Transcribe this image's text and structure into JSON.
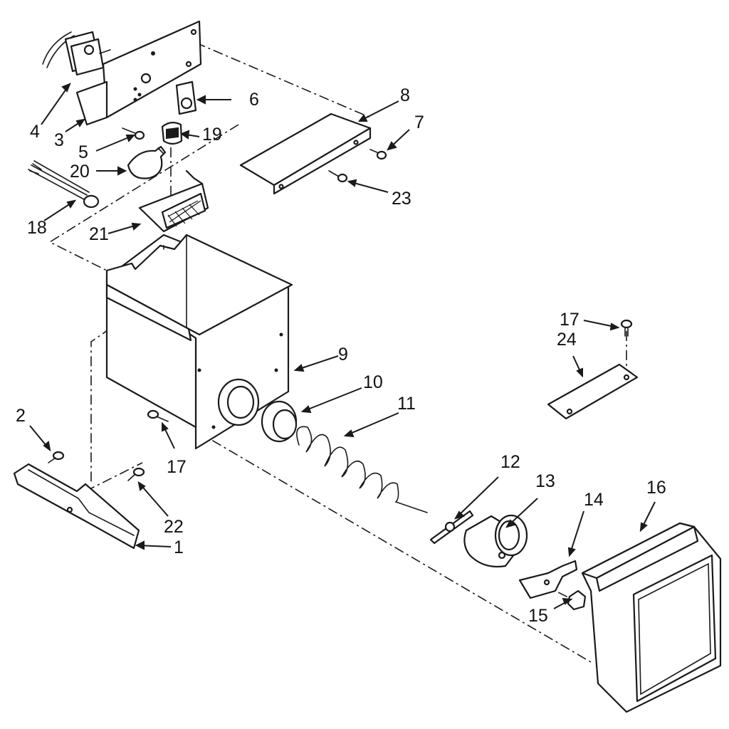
{
  "diagram": {
    "type": "exploded-parts-view",
    "callouts": [
      {
        "id": "c1",
        "label": "1"
      },
      {
        "id": "c2",
        "label": "2"
      },
      {
        "id": "c3",
        "label": "3"
      },
      {
        "id": "c4",
        "label": "4"
      },
      {
        "id": "c5",
        "label": "5"
      },
      {
        "id": "c6",
        "label": "6"
      },
      {
        "id": "c7",
        "label": "7"
      },
      {
        "id": "c8",
        "label": "8"
      },
      {
        "id": "c9",
        "label": "9"
      },
      {
        "id": "c10",
        "label": "10"
      },
      {
        "id": "c11",
        "label": "11"
      },
      {
        "id": "c12",
        "label": "12"
      },
      {
        "id": "c13",
        "label": "13"
      },
      {
        "id": "c14",
        "label": "14"
      },
      {
        "id": "c15",
        "label": "15"
      },
      {
        "id": "c16",
        "label": "16"
      },
      {
        "id": "c17a",
        "label": "17"
      },
      {
        "id": "c17b",
        "label": "17"
      },
      {
        "id": "c18",
        "label": "18"
      },
      {
        "id": "c19",
        "label": "19"
      },
      {
        "id": "c20",
        "label": "20"
      },
      {
        "id": "c21",
        "label": "21"
      },
      {
        "id": "c22",
        "label": "22"
      },
      {
        "id": "c23",
        "label": "23"
      },
      {
        "id": "c24",
        "label": "24"
      }
    ]
  }
}
